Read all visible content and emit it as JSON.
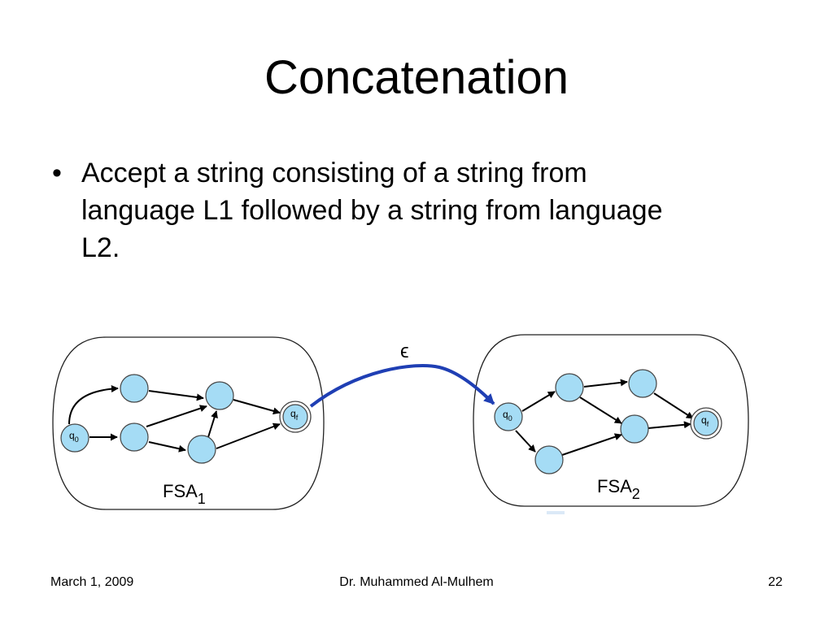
{
  "slide": {
    "title": "Concatenation",
    "bullets": [
      "Accept a string consisting of a string from language L1 followed by a string from language L2."
    ]
  },
  "diagram": {
    "epsilon_label": "ϵ",
    "fsa1": {
      "name": "FSA",
      "subscript": "1",
      "start_state": {
        "base": "q",
        "sub": "0"
      },
      "final_state": {
        "base": "q",
        "sub": "f"
      }
    },
    "fsa2": {
      "name": "FSA",
      "subscript": "2",
      "start_state": {
        "base": "q",
        "sub": "0"
      },
      "final_state": {
        "base": "q",
        "sub": "f"
      }
    },
    "colors": {
      "state_fill": "#a5dcf5",
      "state_stroke": "#444444",
      "epsilon_arrow": "#1f3fb4",
      "box_stroke": "#222222"
    }
  },
  "footer": {
    "date": "March 1, 2009",
    "author": "Dr. Muhammed Al-Mulhem",
    "page": "22"
  }
}
